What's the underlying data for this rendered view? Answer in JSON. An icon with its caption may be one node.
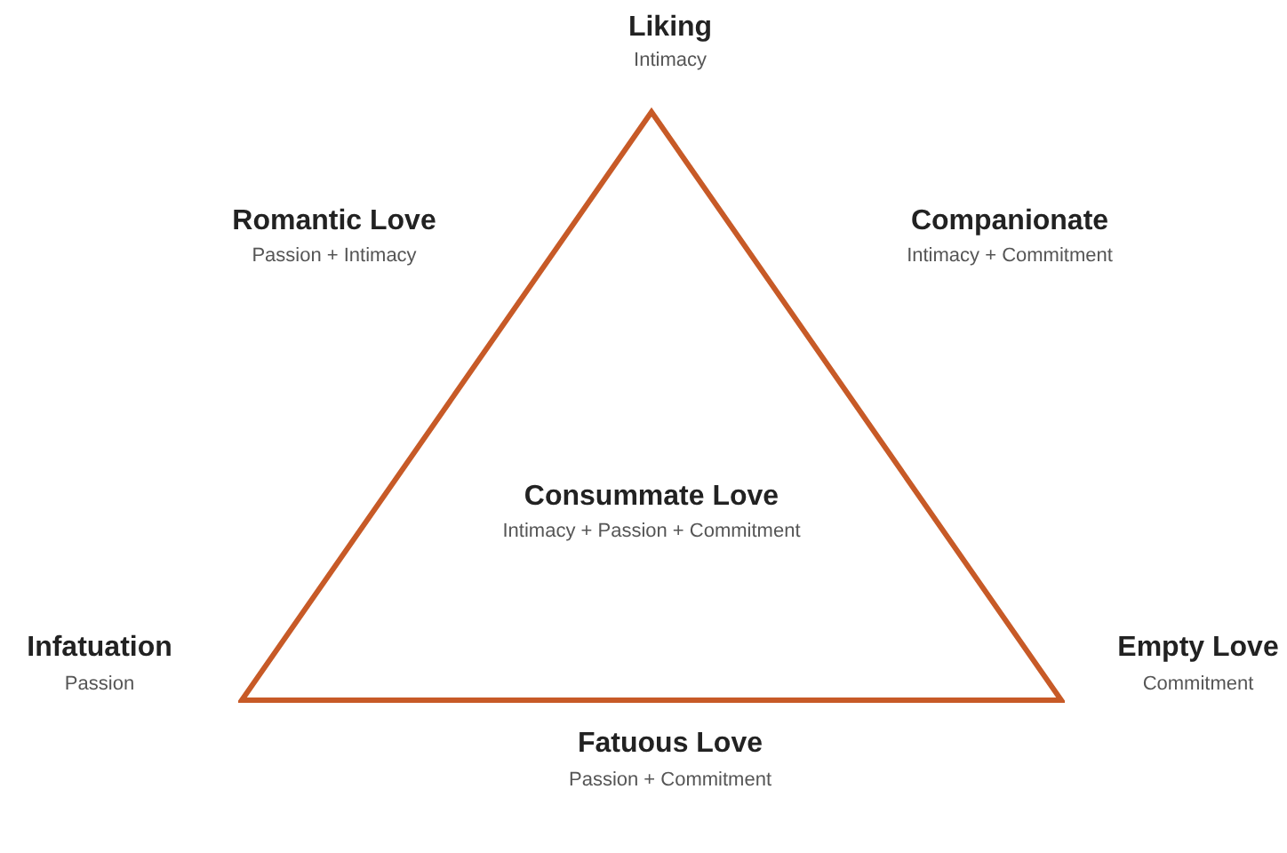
{
  "diagram": {
    "nodes": [
      {
        "text": [
          "Consummate Love",
          "Intimacy + Passion + Commitment"
        ]
      }
    ],
    "labels": [
      "Liking",
      "Intimacy",
      "Romantic Love",
      "Passion + Intimacy",
      "Companionate",
      "Intimacy + Commitment",
      "Infatuation",
      "Passion",
      "Empty Love",
      "Commitment",
      "Fatuous Love",
      "Passion + Commitment"
    ]
  }
}
